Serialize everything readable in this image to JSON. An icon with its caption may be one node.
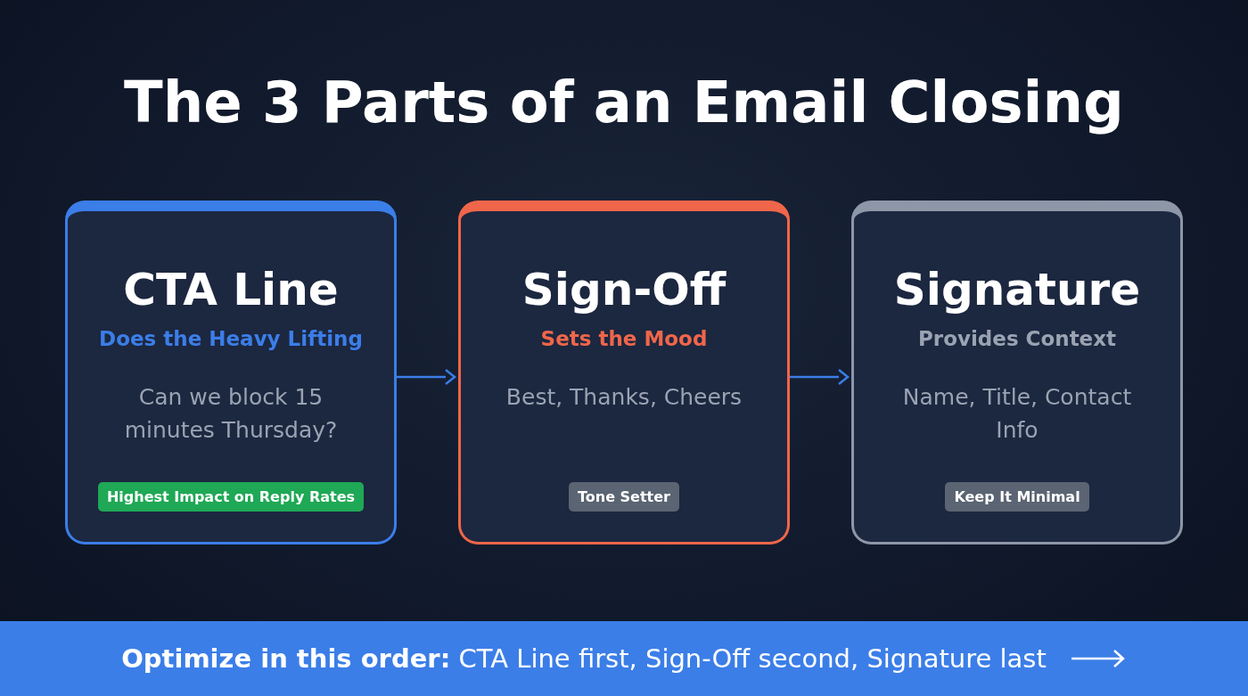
{
  "diagram": {
    "title": "The 3 Parts of an Email Closing",
    "nodes": [
      {
        "text": [
          "CTA Line",
          "Does the Heavy Lifting",
          "Can we block 15 minutes Thursday?",
          "Highest Impact on Reply Rates"
        ]
      },
      {
        "text": [
          "Sign-Off",
          "Sets the Mood",
          "Best, Thanks, Cheers",
          "Tone Setter"
        ]
      },
      {
        "text": [
          "Signature",
          "Provides Context",
          "Name, Title, Contact Info",
          "Keep It Minimal"
        ]
      },
      {
        "text": [
          "**Optimize in this order:** CTA Line first, Sign-Off second, Signature last"
        ]
      }
    ],
    "edges": [
      {
        "from": 0,
        "to": 1,
        "arrow": "to"
      },
      {
        "from": 1,
        "to": 2,
        "arrow": "to"
      }
    ]
  }
}
